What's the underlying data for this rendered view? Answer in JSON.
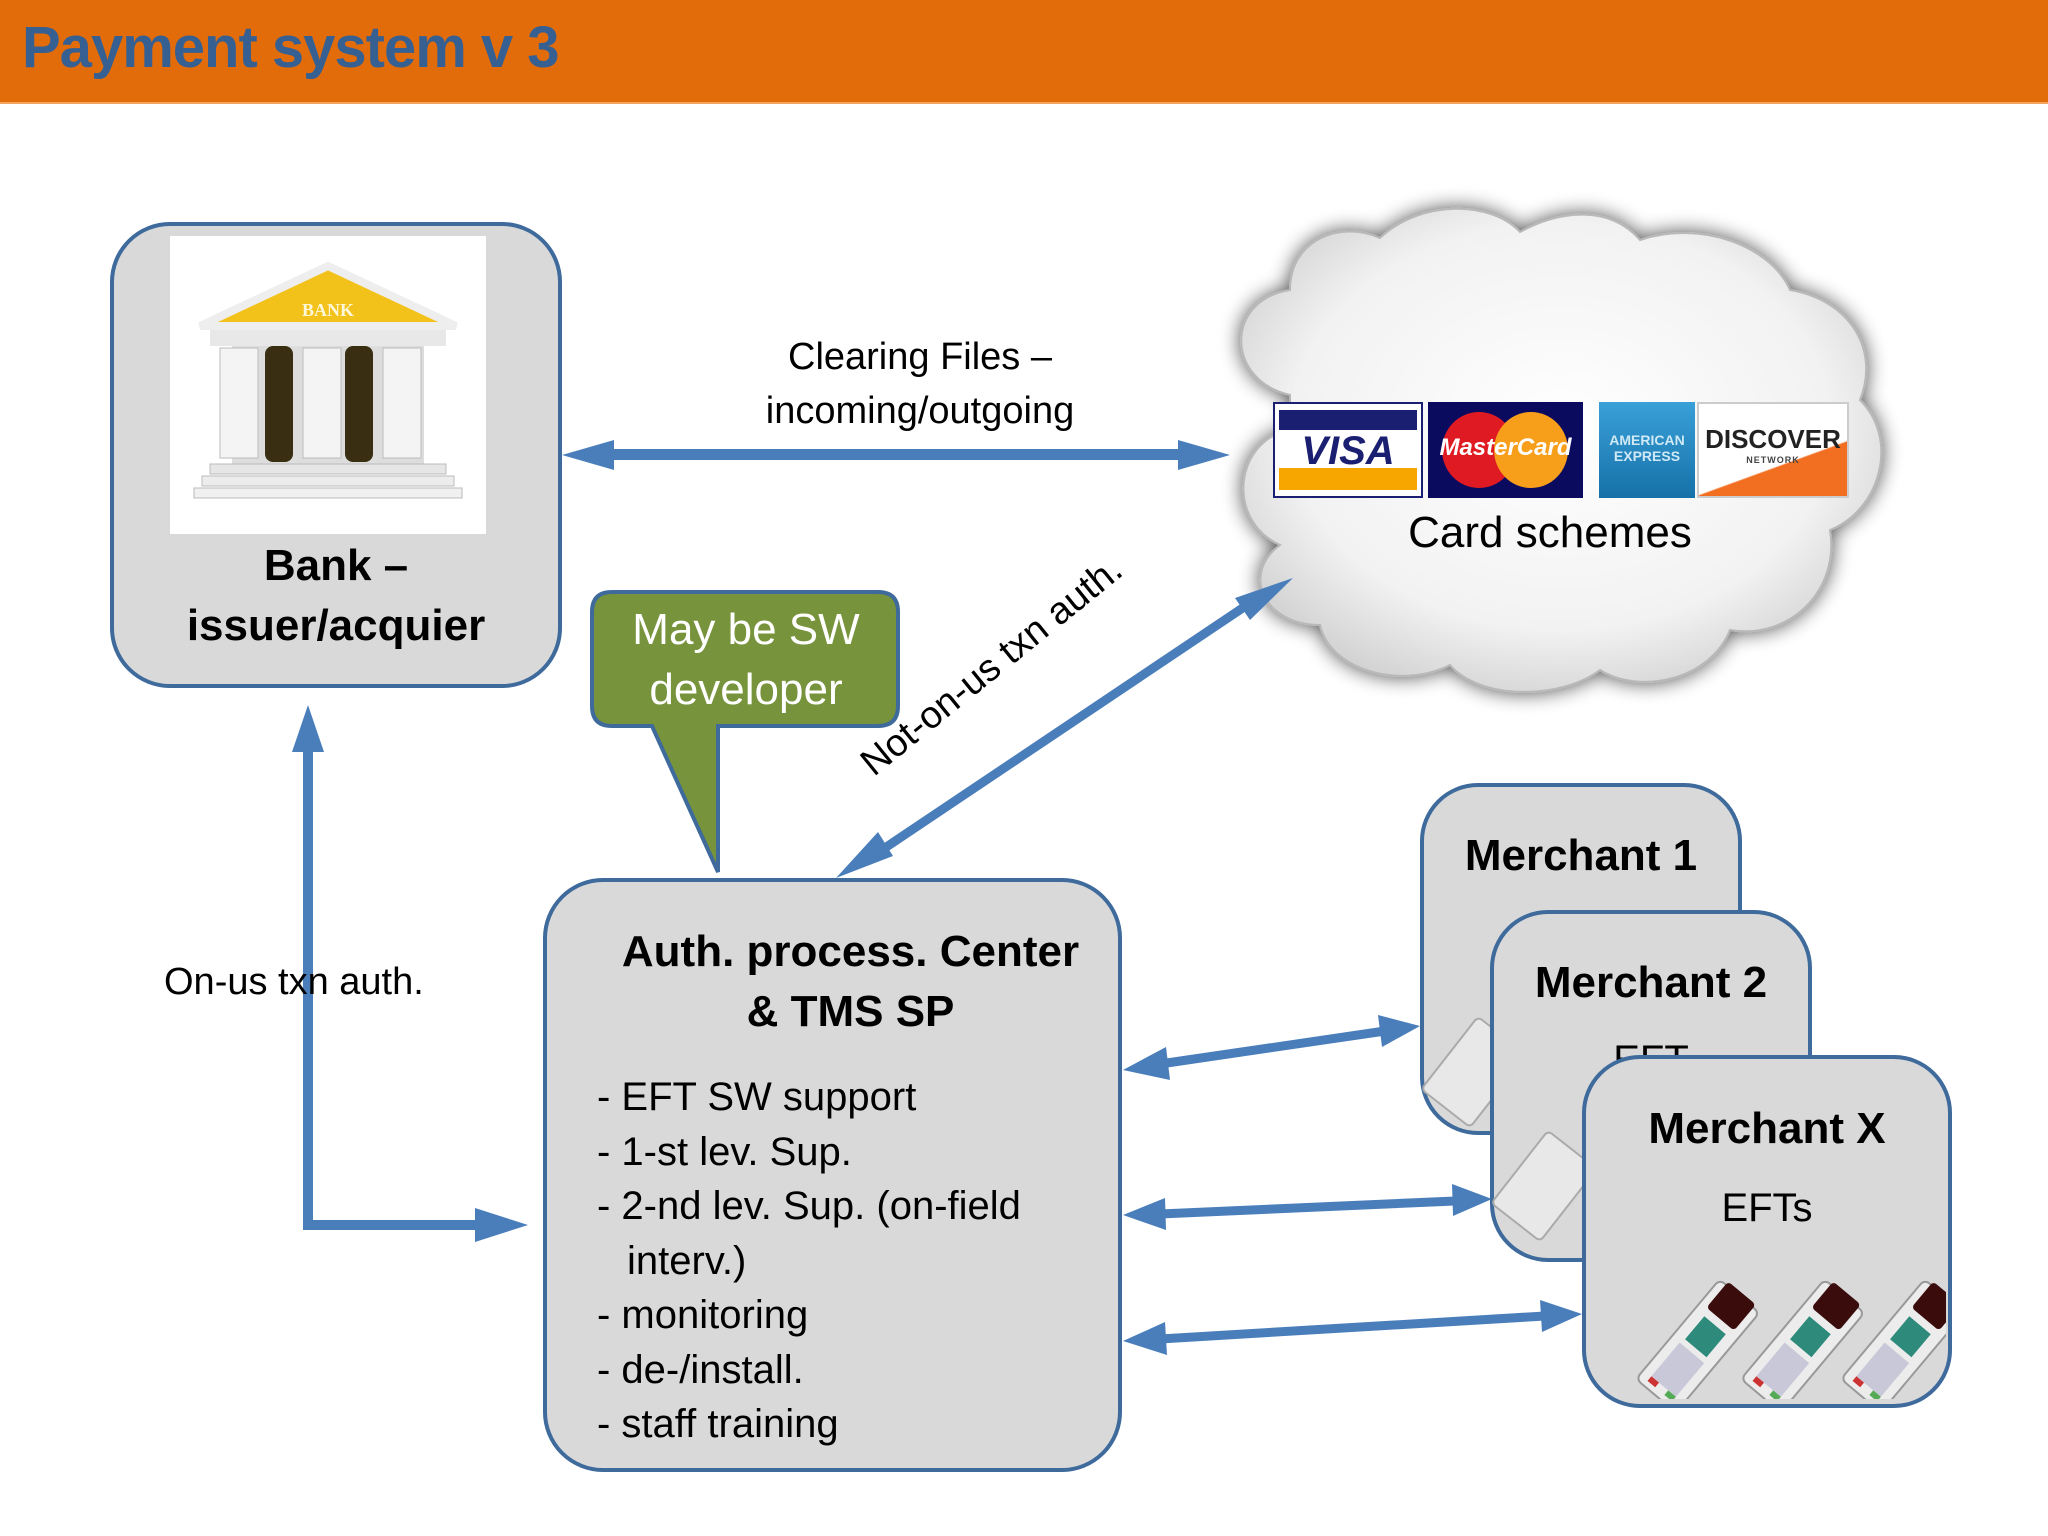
{
  "header": {
    "title": "Payment system v 3"
  },
  "colors": {
    "header_bg": "#e36c0a",
    "title": "#376092",
    "box_fill": "#d9d9d9",
    "box_border": "#3e6a9c",
    "arrow": "#4a7ebb",
    "callout": "#77933c"
  },
  "bank": {
    "line1": "Bank –",
    "line2": "issuer/acquier",
    "icon": "bank-building-icon",
    "icon_text": "BANK"
  },
  "card_schemes": {
    "label": "Card schemes",
    "logos": [
      {
        "name": "VISA",
        "text": "VISA"
      },
      {
        "name": "MasterCard",
        "text": "MasterCard"
      },
      {
        "name": "American Express",
        "text_1": "AMERICAN",
        "text_2": "EXPRESS"
      },
      {
        "name": "Discover",
        "text": "DISCOVER",
        "sub": "NETWORK"
      }
    ]
  },
  "arrows": {
    "clearing_line1": "Clearing Files –",
    "clearing_line2": "incoming/outgoing",
    "not_on_us": "Not-on-us txn auth.",
    "on_us": "On-us txn auth."
  },
  "callout": {
    "line1": "May be SW",
    "line2": "developer"
  },
  "auth_center": {
    "title_line1": "Auth. process. Center",
    "title_line2": "& TMS SP",
    "items": [
      "- EFT SW support",
      "- 1-st lev. Sup.",
      "- 2-nd lev. Sup. (on-field",
      "interv.)",
      "- monitoring",
      "- de-/install.",
      "- staff training"
    ]
  },
  "merchants": [
    {
      "title": "Merchant 1"
    },
    {
      "title": "Merchant 2",
      "sub": "EFT"
    },
    {
      "title": "Merchant X",
      "sub": "EFTs",
      "terminal_icon": "pos-terminal-icon"
    }
  ]
}
